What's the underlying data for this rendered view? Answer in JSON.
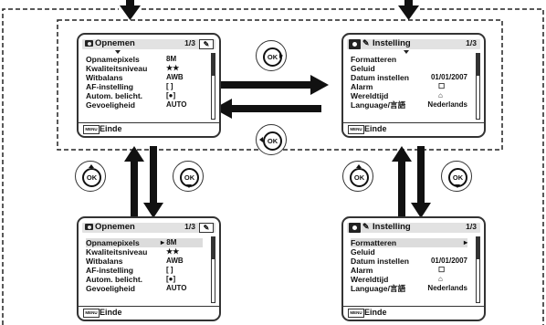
{
  "screens": {
    "top_left": {
      "title": "Opnemen",
      "page": "1/3",
      "items": [
        {
          "label": "Opnamepixels",
          "value": "8M"
        },
        {
          "label": "Kwaliteitsniveau",
          "value": "★★"
        },
        {
          "label": "Witbalans",
          "value": "AWB"
        },
        {
          "label": "AF-instelling",
          "value": "[ ]"
        },
        {
          "label": "Autom. belicht.",
          "value": "[●]"
        },
        {
          "label": "Gevoeligheid",
          "value": "AUTO"
        }
      ],
      "footer": "Einde"
    },
    "top_right": {
      "title": "Instelling",
      "page": "1/3",
      "items": [
        {
          "label": "Formatteren",
          "value": ""
        },
        {
          "label": "Geluid",
          "value": ""
        },
        {
          "label": "Datum instellen",
          "value": "01/01/2007"
        },
        {
          "label": "Alarm",
          "value": "☐"
        },
        {
          "label": "Wereldtijd",
          "value": "⌂"
        },
        {
          "label": "Language/言語",
          "value": "Nederlands"
        }
      ],
      "footer": "Einde"
    },
    "bottom_left": {
      "title": "Opnemen",
      "page": "1/3",
      "items": [
        {
          "label": "Opnamepixels",
          "value": "▸ 8M"
        },
        {
          "label": "Kwaliteitsniveau",
          "value": "★★"
        },
        {
          "label": "Witbalans",
          "value": "AWB"
        },
        {
          "label": "AF-instelling",
          "value": "[ ]"
        },
        {
          "label": "Autom. belicht.",
          "value": "[●]"
        },
        {
          "label": "Gevoeligheid",
          "value": "AUTO"
        }
      ],
      "footer": "Einde"
    },
    "bottom_right": {
      "title": "Instelling",
      "page": "1/3",
      "items": [
        {
          "label": "Formatteren",
          "value": "▸"
        },
        {
          "label": "Geluid",
          "value": ""
        },
        {
          "label": "Datum instellen",
          "value": "01/01/2007"
        },
        {
          "label": "Alarm",
          "value": "☐"
        },
        {
          "label": "Wereldtijd",
          "value": "⌂"
        },
        {
          "label": "Language/言語",
          "value": "Nederlands"
        }
      ],
      "footer": "Einde"
    }
  },
  "menu_button_label": "MENU",
  "ok_label": "OK"
}
